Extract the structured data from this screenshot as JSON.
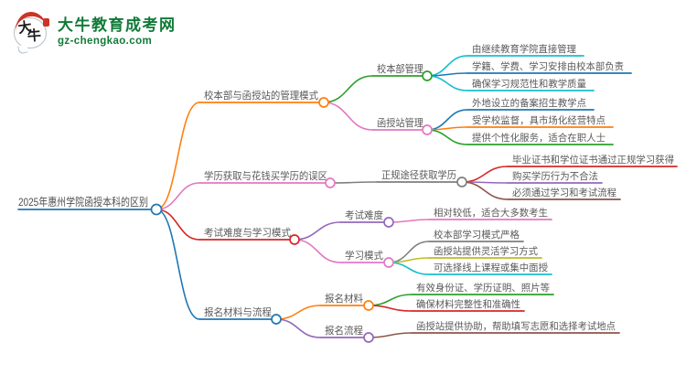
{
  "site": {
    "brand_name": "大牛教育成考网",
    "brand_domain": "gz-chengkao.com",
    "logo_glyph_top": "大",
    "logo_glyph_bottom": "牛",
    "brand_color": "#117a38",
    "logo_accent_red": "#cc3327"
  },
  "palette": {
    "blue": "#1f77b4",
    "orange": "#ff7f0e",
    "green": "#2ca02c",
    "red": "#d62728",
    "purple": "#9467bd",
    "brown": "#8c564b",
    "pink": "#e377c2",
    "gray": "#7f7f7f",
    "olive": "#bcbd22",
    "cyan": "#17becf"
  },
  "mindmap": {
    "root": {
      "label": "2025年惠州学院函授本科的区别"
    },
    "branches": [
      {
        "label": "校本部与函授站的管理模式",
        "children": [
          {
            "label": "校本部管理",
            "children": [
              {
                "label": "由继续教育学院直接管理"
              },
              {
                "label": "学籍、学费、学习安排由校本部负责"
              },
              {
                "label": "确保学习规范性和教学质量"
              }
            ]
          },
          {
            "label": "函授站管理",
            "children": [
              {
                "label": "外地设立的备案招生教学点"
              },
              {
                "label": "受学校监督，具市场化经营特点"
              },
              {
                "label": "提供个性化服务，适合在职人士"
              }
            ]
          }
        ]
      },
      {
        "label": "学历获取与花钱买学历的误区",
        "children": [
          {
            "label": "正规途径获取学历",
            "children": [
              {
                "label": "毕业证书和学位证书通过正规学习获得"
              },
              {
                "label": "购买学历行为不合法"
              },
              {
                "label": "必须通过学习和考试流程"
              }
            ]
          }
        ]
      },
      {
        "label": "考试难度与学习模式",
        "children": [
          {
            "label": "考试难度",
            "children": [
              {
                "label": "相对较低，适合大多数考生"
              }
            ]
          },
          {
            "label": "学习模式",
            "children": [
              {
                "label": "校本部学习模式严格"
              },
              {
                "label": "函授站提供灵活学习方式"
              },
              {
                "label": "可选择线上课程或集中面授"
              }
            ]
          }
        ]
      },
      {
        "label": "报名材料与流程",
        "children": [
          {
            "label": "报名材料",
            "children": [
              {
                "label": "有效身份证、学历证明、照片等"
              },
              {
                "label": "确保材料完整性和准确性"
              }
            ]
          },
          {
            "label": "报名流程",
            "children": [
              {
                "label": "函授站提供协助，帮助填写志愿和选择考试地点"
              }
            ]
          }
        ]
      }
    ]
  }
}
